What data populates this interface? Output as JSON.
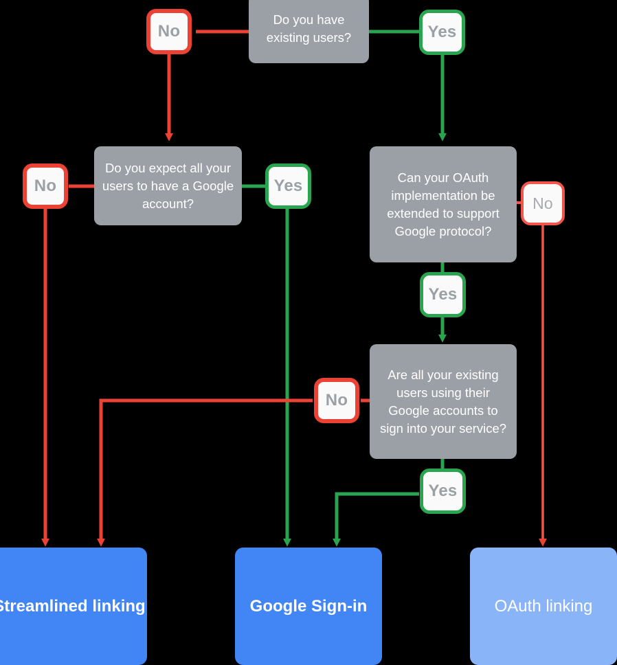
{
  "diagram": {
    "title": "Account linking decision flowchart",
    "colors": {
      "background": "#000000",
      "question_box": "#9aa0a6",
      "no_branch": "#ea4335",
      "yes_branch": "#2aa44f",
      "result_primary": "#4285f4",
      "result_secondary": "#8ab4f8",
      "label_text": "#9aa0a6"
    }
  },
  "questions": [
    {
      "id": "q1",
      "text": "Do you have existing users?"
    },
    {
      "id": "q2",
      "text": "Do you expect all your users to have a Google account?"
    },
    {
      "id": "q3",
      "text": "Can your OAuth implementation be extended to support Google protocol?"
    },
    {
      "id": "q4",
      "text": "Are all your existing users using their Google accounts to sign into your service?"
    }
  ],
  "branches": [
    {
      "id": "b1",
      "label": "No",
      "from": "q1",
      "kind": "no"
    },
    {
      "id": "b2",
      "label": "Yes",
      "from": "q1",
      "kind": "yes"
    },
    {
      "id": "b3",
      "label": "No",
      "from": "q2",
      "kind": "no"
    },
    {
      "id": "b4",
      "label": "Yes",
      "from": "q2",
      "kind": "yes"
    },
    {
      "id": "b5",
      "label": "No",
      "from": "q3",
      "kind": "no"
    },
    {
      "id": "b6",
      "label": "Yes",
      "from": "q3",
      "kind": "yes"
    },
    {
      "id": "b7",
      "label": "No",
      "from": "q4",
      "kind": "no"
    },
    {
      "id": "b8",
      "label": "Yes",
      "from": "q4",
      "kind": "yes"
    }
  ],
  "results": [
    {
      "id": "r1",
      "text": "Streamlined linking",
      "style": "primary"
    },
    {
      "id": "r2",
      "text": "Google Sign-in",
      "style": "primary"
    },
    {
      "id": "r3",
      "text": "OAuth linking",
      "style": "secondary"
    }
  ]
}
